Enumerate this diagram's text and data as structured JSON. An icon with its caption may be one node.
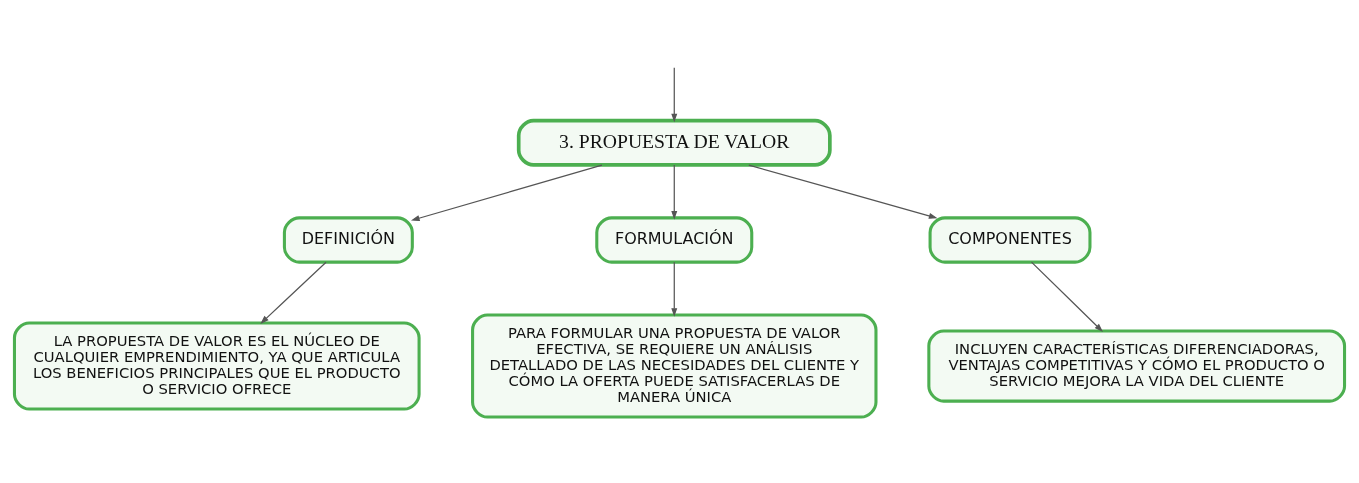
{
  "diagram": {
    "nodes": [
      {
        "text": [
          "3. PROPUESTA DE VALOR"
        ]
      },
      {
        "text": [
          "DEFINICIÓN"
        ]
      },
      {
        "text": [
          "FORMULACIÓN"
        ]
      },
      {
        "text": [
          "COMPONENTES"
        ]
      },
      {
        "text": [
          "LA PROPUESTA DE VALOR ES EL NÚCLEO DE CUALQUIER EMPRENDIMIENTO, YA QUE ARTICULA LOS BENEFICIOS PRINCIPALES QUE EL PRODUCTO O SERVICIO OFRECE"
        ]
      },
      {
        "text": [
          "PARA FORMULAR UNA PROPUESTA DE VALOR EFECTIVA, SE REQUIERE UN ANÁLISIS DETALLADO DE LAS NECESIDADES DEL CLIENTE Y CÓMO LA OFERTA PUEDE SATISFACERLAS DE MANERA ÚNICA"
        ]
      },
      {
        "text": [
          "INCLUYEN CARACTERÍSTICAS DIFERENCIADORAS, VENTAJAS COMPETITIVAS Y CÓMO EL PRODUCTO O SERVICIO MEJORA LA VIDA DEL CLIENTE"
        ]
      }
    ],
    "edges": [
      {
        "from": null,
        "to": 0,
        "arrow": "to"
      },
      {
        "from": 0,
        "to": 1,
        "arrow": "to"
      },
      {
        "from": 0,
        "to": 2,
        "arrow": "to"
      },
      {
        "from": 0,
        "to": 3,
        "arrow": "to"
      },
      {
        "from": 1,
        "to": 4,
        "arrow": "to"
      },
      {
        "from": 2,
        "to": 5,
        "arrow": "to"
      },
      {
        "from": 3,
        "to": 6,
        "arrow": "to"
      }
    ]
  }
}
